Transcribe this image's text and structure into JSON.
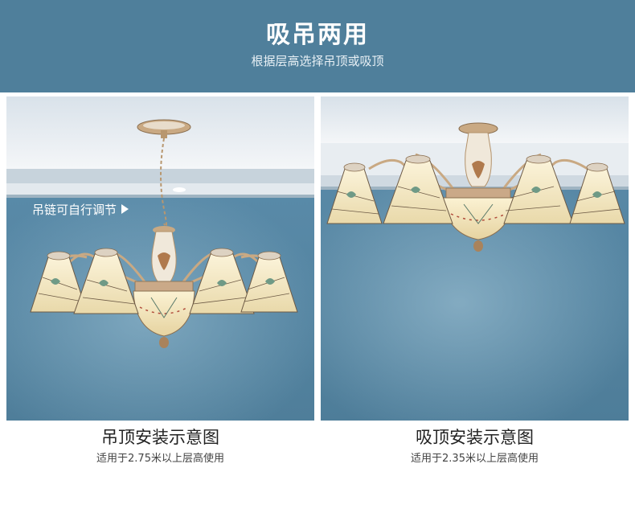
{
  "banner": {
    "title": "吸吊两用",
    "subtitle": "根据层高选择吊顶或吸顶"
  },
  "left_panel": {
    "annotation": "吊链可自行调节",
    "caption": "吊顶安装示意图",
    "note": "适用于2.75米以上层高使用"
  },
  "right_panel": {
    "caption": "吸顶安装示意图",
    "note": "适用于2.35米以上层高使用"
  },
  "colors": {
    "banner": "#4f7f9b",
    "wall": "#5e8ea9",
    "ceiling": "#e8edf2",
    "shade_glass": "#f3e7c4",
    "metal": "#c9a983"
  }
}
